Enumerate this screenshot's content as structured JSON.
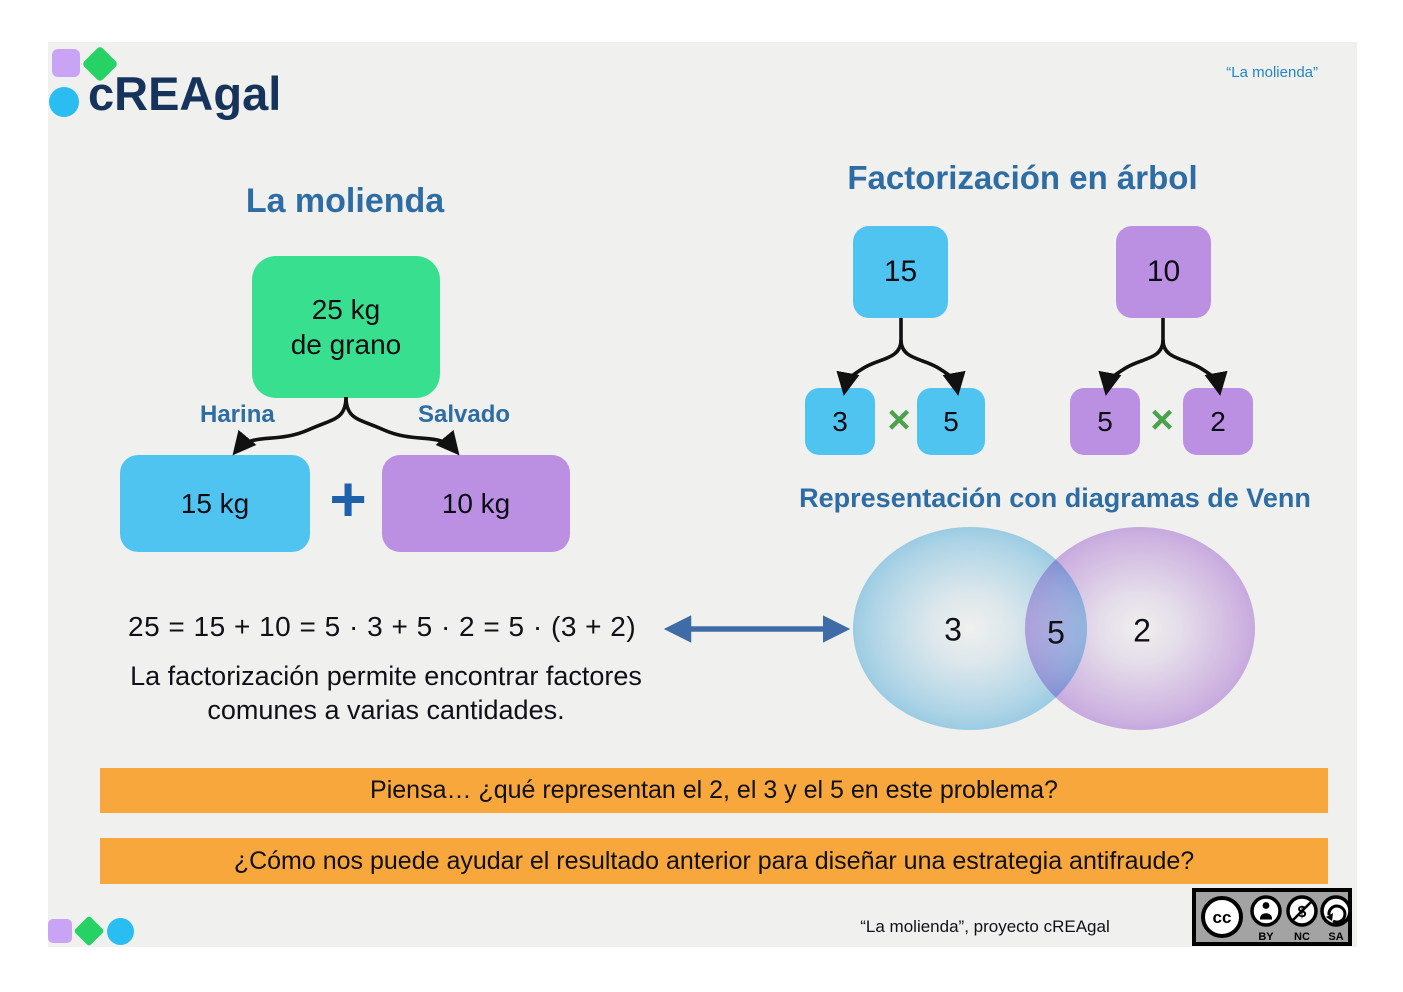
{
  "window": {
    "corner_title": "“La molienda”"
  },
  "logo": {
    "text": "cREAgal"
  },
  "molienda": {
    "title": "La molienda",
    "grain_box": {
      "line1": "25 kg",
      "line2": "de grano"
    },
    "harina_label": "Harina",
    "salvado_label": "Salvado",
    "harina_box": "15 kg",
    "plus_sign": "+",
    "salvado_box": "10 kg",
    "equation": "25 = 15 + 10 = 5 · 3 + 5 · 2 = 5 · (3 + 2)",
    "caption_line1": "La factorización permite encontrar factores",
    "caption_line2": "comunes a varias cantidades."
  },
  "factor_tree": {
    "title": "Factorización en árbol",
    "tree_15": {
      "root": "15",
      "left_factor": "3",
      "times": "×",
      "right_factor": "5"
    },
    "tree_10": {
      "root": "10",
      "left_factor": "5",
      "times": "×",
      "right_factor": "2"
    }
  },
  "venn": {
    "title": "Representación con diagramas de Venn",
    "left_value": "3",
    "common_value": "5",
    "right_value": "2"
  },
  "banners": [
    {
      "text": "Piensa… ¿qué representan el 2, el 3 y el 5 en este problema?"
    },
    {
      "text": "¿Cómo nos puede ayudar el resultado anterior para diseñar una estrategia antifraude?"
    }
  ],
  "footer": {
    "credit": "“La molienda”, proyecto cREAgal",
    "license": {
      "cc_label": "cc",
      "by_label": "BY",
      "nc_label": "NC",
      "sa_label": "SA",
      "nc_symbol": "$"
    }
  },
  "colors": {
    "panel_bg": "#f0f0ee",
    "heading_blue": "#2e6da4",
    "corner_blue": "#2187c8",
    "logo_navy": "#16345b",
    "green_box": "#38df8e",
    "blue_box": "#50c4f1",
    "purple_box": "#bb90e3",
    "orange_banner": "#f7a73c",
    "times_green": "#4ca24c",
    "plus_blue": "#1e61ab",
    "arrow_blue": "#3f6ca6"
  }
}
